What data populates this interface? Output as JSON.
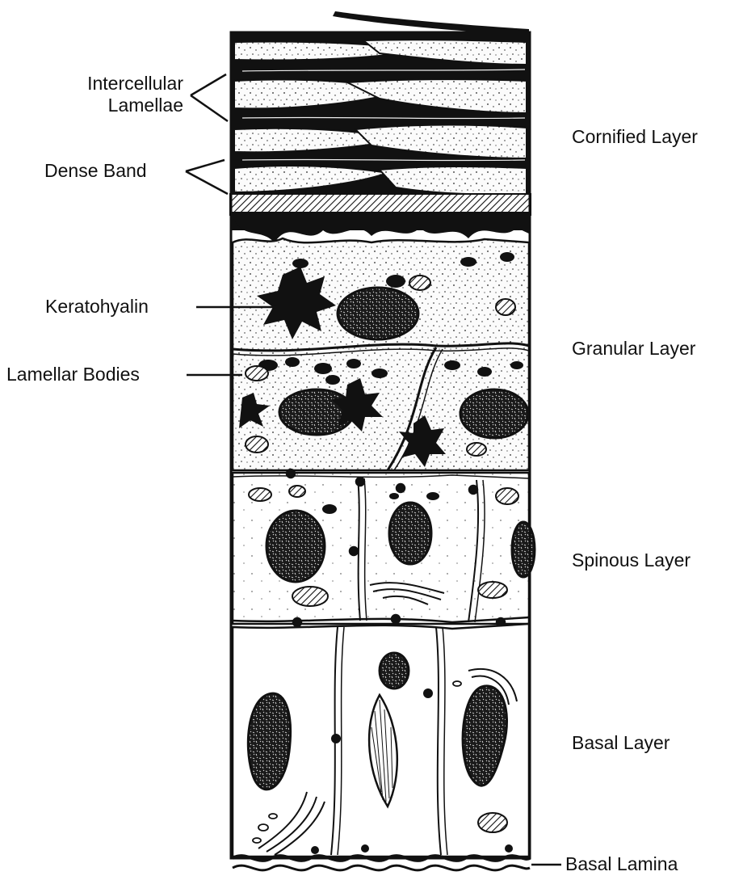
{
  "labels": {
    "intercellular_lamellae_line1": "Intercellular",
    "intercellular_lamellae_line2": "Lamellae",
    "dense_band": "Dense Band",
    "keratohyalin": "Keratohyalin",
    "lamellar_bodies": "Lamellar Bodies",
    "basal_lamina": "Basal Lamina"
  },
  "layers": {
    "cornified": "Cornified Layer",
    "granular": "Granular Layer",
    "spinous": "Spinous Layer",
    "basal": "Basal Layer"
  }
}
